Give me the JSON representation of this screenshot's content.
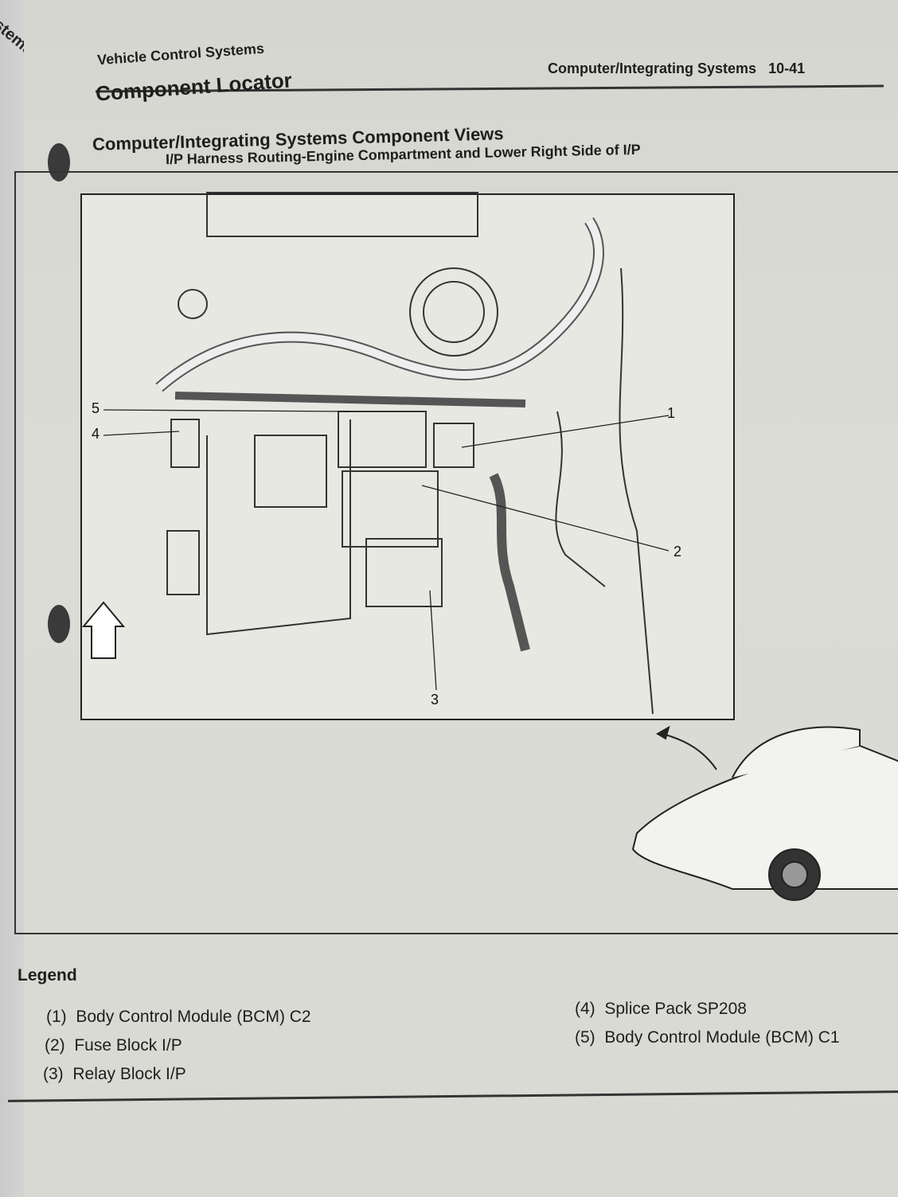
{
  "previous_page_tab": "stems",
  "header": {
    "section": "Vehicle Control Systems",
    "running_title": "Computer/Integrating Systems",
    "page_number": "10-41"
  },
  "title": "Component Locator",
  "subtitle": "Computer/Integrating Systems Component Views",
  "figure_title": "I/P Harness Routing-Engine Compartment and Lower Right Side of I/P",
  "callouts": [
    "1",
    "2",
    "3",
    "4",
    "5"
  ],
  "legend": {
    "title": "Legend",
    "items": [
      {
        "num": "(1)",
        "label": "Body Control Module (BCM) C2"
      },
      {
        "num": "(2)",
        "label": "Fuse Block I/P"
      },
      {
        "num": "(3)",
        "label": "Relay Block I/P"
      },
      {
        "num": "(4)",
        "label": "Splice Pack SP208"
      },
      {
        "num": "(5)",
        "label": "Body Control Module (BCM) C1"
      }
    ]
  }
}
